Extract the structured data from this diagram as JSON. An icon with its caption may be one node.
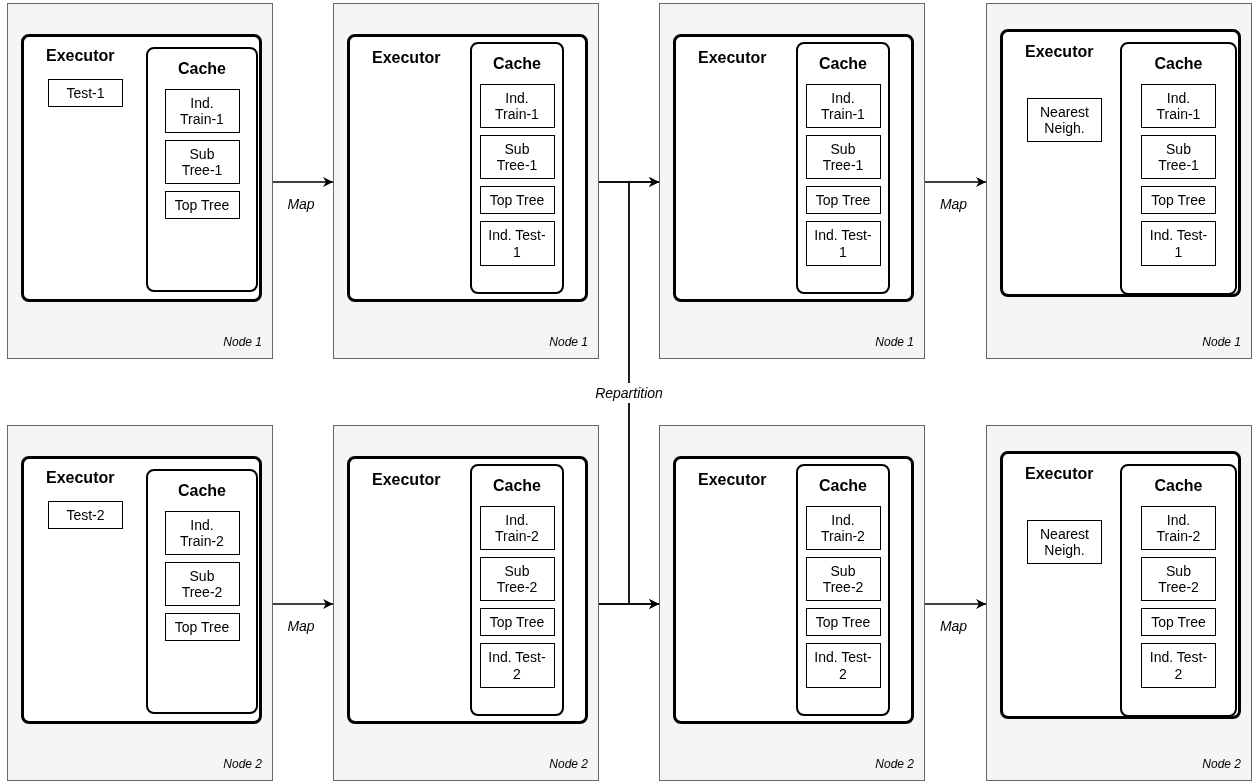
{
  "diagram": {
    "nodes": [
      {
        "text": [
          "Node 1"
        ]
      },
      {
        "text": [
          "Executor"
        ],
        "in": 0
      },
      {
        "text": [
          "Test-1"
        ],
        "in": 1
      },
      {
        "text": [
          "Cache"
        ],
        "in": 1
      },
      {
        "text": [
          "Ind. Train-1"
        ],
        "in": 3
      },
      {
        "text": [
          "Sub Tree-1"
        ],
        "in": 3
      },
      {
        "text": [
          "Top Tree"
        ],
        "in": 3
      },
      {
        "text": [
          "Node 1"
        ]
      },
      {
        "text": [
          "Executor"
        ],
        "in": 7
      },
      {
        "text": [
          "Cache"
        ],
        "in": 8
      },
      {
        "text": [
          "Ind. Train-1"
        ],
        "in": 9
      },
      {
        "text": [
          "Sub Tree-1"
        ],
        "in": 9
      },
      {
        "text": [
          "Top Tree"
        ],
        "in": 9
      },
      {
        "text": [
          "Ind. Test-1"
        ],
        "in": 9
      },
      {
        "text": [
          "Node 1"
        ]
      },
      {
        "text": [
          "Executor"
        ],
        "in": 14
      },
      {
        "text": [
          "Cache"
        ],
        "in": 15
      },
      {
        "text": [
          "Ind. Train-1"
        ],
        "in": 16
      },
      {
        "text": [
          "Sub Tree-1"
        ],
        "in": 16
      },
      {
        "text": [
          "Top Tree"
        ],
        "in": 16
      },
      {
        "text": [
          "Ind. Test-1"
        ],
        "in": 16
      },
      {
        "text": [
          "Node 1"
        ]
      },
      {
        "text": [
          "Executor"
        ],
        "in": 21
      },
      {
        "text": [
          "Nearest Neigh."
        ],
        "in": 22
      },
      {
        "text": [
          "Cache"
        ],
        "in": 22
      },
      {
        "text": [
          "Ind. Train-1"
        ],
        "in": 24
      },
      {
        "text": [
          "Sub Tree-1"
        ],
        "in": 24
      },
      {
        "text": [
          "Top Tree"
        ],
        "in": 24
      },
      {
        "text": [
          "Ind. Test-1"
        ],
        "in": 24
      },
      {
        "text": [
          "Node 2"
        ]
      },
      {
        "text": [
          "Executor"
        ],
        "in": 29
      },
      {
        "text": [
          "Test-2"
        ],
        "in": 30
      },
      {
        "text": [
          "Cache"
        ],
        "in": 30
      },
      {
        "text": [
          "Ind. Train-2"
        ],
        "in": 32
      },
      {
        "text": [
          "Sub Tree-2"
        ],
        "in": 32
      },
      {
        "text": [
          "Top Tree"
        ],
        "in": 32
      },
      {
        "text": [
          "Node 2"
        ]
      },
      {
        "text": [
          "Executor"
        ],
        "in": 36
      },
      {
        "text": [
          "Cache"
        ],
        "in": 37
      },
      {
        "text": [
          "Ind. Train-2"
        ],
        "in": 38
      },
      {
        "text": [
          "Sub Tree-2"
        ],
        "in": 38
      },
      {
        "text": [
          "Top Tree"
        ],
        "in": 38
      },
      {
        "text": [
          "Ind. Test-2"
        ],
        "in": 38
      },
      {
        "text": [
          "Node 2"
        ]
      },
      {
        "text": [
          "Executor"
        ],
        "in": 43
      },
      {
        "text": [
          "Cache"
        ],
        "in": 44
      },
      {
        "text": [
          "Ind. Train-2"
        ],
        "in": 45
      },
      {
        "text": [
          "Sub Tree-2"
        ],
        "in": 45
      },
      {
        "text": [
          "Top Tree"
        ],
        "in": 45
      },
      {
        "text": [
          "Ind. Test-2"
        ],
        "in": 45
      },
      {
        "text": [
          "Node 2"
        ]
      },
      {
        "text": [
          "Executor"
        ],
        "in": 50
      },
      {
        "text": [
          "Nearest Neigh."
        ],
        "in": 51
      },
      {
        "text": [
          "Cache"
        ],
        "in": 51
      },
      {
        "text": [
          "Ind. Train-2"
        ],
        "in": 53
      },
      {
        "text": [
          "Sub Tree-2"
        ],
        "in": 53
      },
      {
        "text": [
          "Top Tree"
        ],
        "in": 53
      },
      {
        "text": [
          "Ind. Test-2"
        ],
        "in": 53
      }
    ],
    "edges": [
      {
        "from": 0,
        "to": 7,
        "arrow": "to",
        "label": "Map"
      },
      {
        "from": 7,
        "to": 14,
        "arrow": "to"
      },
      {
        "from": 7,
        "to": 43,
        "arrow": "to",
        "label": "Repartition"
      },
      {
        "from": 36,
        "to": 14,
        "arrow": "to"
      },
      {
        "from": 36,
        "to": 43,
        "arrow": "to"
      },
      {
        "from": 14,
        "to": 21,
        "arrow": "to",
        "label": "Map"
      },
      {
        "from": 29,
        "to": 36,
        "arrow": "to",
        "label": "Map"
      },
      {
        "from": 43,
        "to": 50,
        "arrow": "to",
        "label": "Map"
      }
    ]
  }
}
